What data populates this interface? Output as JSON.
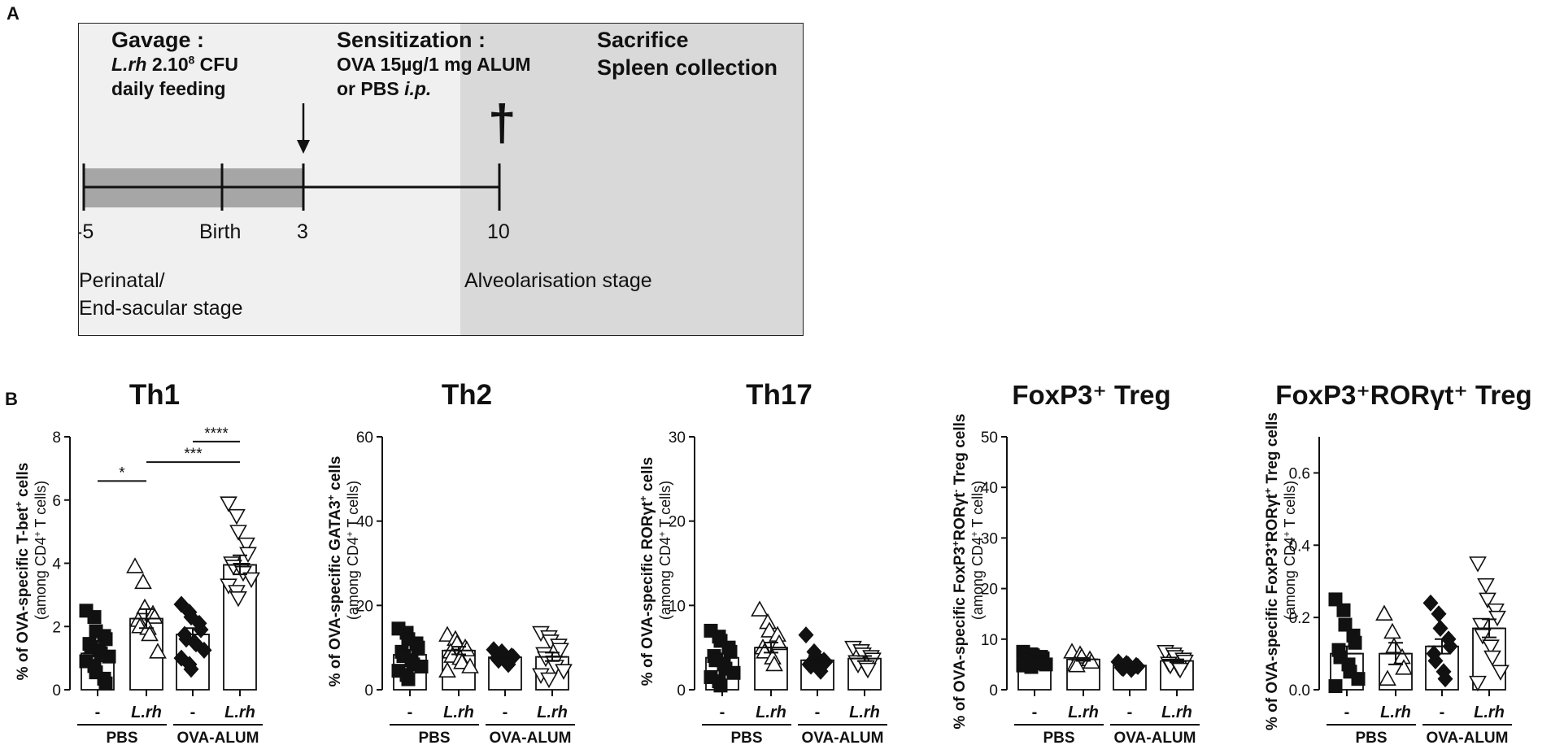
{
  "panel_labels": {
    "a": "A",
    "b": "B"
  },
  "timeline": {
    "gavage_title": "Gavage :",
    "gavage_line1_a": "L.rh",
    "gavage_line1_b": " 2.10",
    "gavage_line1_sup": "8",
    "gavage_line1_c": " CFU",
    "gavage_line2": "daily feeding",
    "sens_title": "Sensitization :",
    "sens_line1": "OVA 15µg/1 mg ALUM",
    "sens_line2_a": "or PBS ",
    "sens_line2_b": "i.p.",
    "sacrifice": "Sacrifice",
    "spleen": "Spleen collection",
    "dagger": "†",
    "ticks": [
      "-5",
      "Birth",
      "3",
      "10"
    ],
    "stage1_line1": "Perinatal/",
    "stage1_line2": "End-sacular stage",
    "stage2": "Alveolarisation stage",
    "colors": {
      "early_bg": "#f0f0f0",
      "late_bg": "#d9d9d9",
      "gavage_bar": "#a6a6a6"
    }
  },
  "chart_data": [
    {
      "type": "bar",
      "title": "Th1",
      "ylabel_main_pre": "% of OVA-specific T-bet",
      "ylabel_main_sup": "+",
      "ylabel_main_post": " cells",
      "ylabel_sub_pre": "(among CD4",
      "ylabel_sub_sup": "+",
      "ylabel_sub_post": " T cells)",
      "ylim": [
        0,
        8
      ],
      "yticks": [
        0,
        2,
        4,
        6,
        8
      ],
      "categories": [
        "-",
        "L.rh",
        "-",
        "L.rh"
      ],
      "groups": [
        "PBS",
        "OVA-ALUM"
      ],
      "values": [
        1.15,
        2.25,
        1.75,
        3.95
      ],
      "sem": [
        0.25,
        0.3,
        0.2,
        0.3
      ],
      "points": [
        [
          2.5,
          2.3,
          1.85,
          1.7,
          1.6,
          1.45,
          1.35,
          1.25,
          1.15,
          1.05,
          0.9,
          0.75,
          0.55,
          0.35,
          0.2
        ],
        [
          3.9,
          3.4,
          2.6,
          2.4,
          2.3,
          2.2,
          2.0,
          1.95,
          1.75,
          1.2
        ],
        [
          2.7,
          2.45,
          2.3,
          2.1,
          1.9,
          1.75,
          1.6,
          1.5,
          1.45,
          1.25,
          1.0,
          0.8,
          0.65
        ],
        [
          5.9,
          5.5,
          5.0,
          4.6,
          4.3,
          4.0,
          3.9,
          3.8,
          3.7,
          3.5,
          3.3,
          3.1,
          2.9
        ]
      ],
      "markers": [
        "square-filled",
        "triangle-up-open",
        "diamond-filled",
        "triangle-down-open"
      ],
      "significance": [
        {
          "from": 0,
          "to": 1,
          "y": 6.6,
          "label": "*"
        },
        {
          "from": 1,
          "to": 3,
          "y": 7.2,
          "label": "***"
        },
        {
          "from": 2,
          "to": 3,
          "y": 7.85,
          "label": "****"
        }
      ]
    },
    {
      "type": "bar",
      "title": "Th2",
      "ylabel_main_pre": "% of OVA-specific GATA3",
      "ylabel_main_sup": "+",
      "ylabel_main_post": " cells",
      "ylabel_sub_pre": "(among CD4",
      "ylabel_sub_sup": "+",
      "ylabel_sub_post": " T cells)",
      "ylim": [
        0,
        60
      ],
      "yticks": [
        0,
        20,
        40,
        60
      ],
      "categories": [
        "-",
        "L.rh",
        "-",
        "L.rh"
      ],
      "groups": [
        "PBS",
        "OVA-ALUM"
      ],
      "values": [
        8.3,
        9.3,
        7.7,
        7.8
      ],
      "sem": [
        1.1,
        0.9,
        0.5,
        1.0
      ],
      "points": [
        [
          14.5,
          13.5,
          12.0,
          11.0,
          10.0,
          9.0,
          8.0,
          7.0,
          6.0,
          5.5,
          4.5,
          3.5,
          2.5
        ],
        [
          13.0,
          12.0,
          11.0,
          10.0,
          9.5,
          9.0,
          8.0,
          7.5,
          6.5,
          5.5,
          4.5
        ],
        [
          9.5,
          9.0,
          8.5,
          8.0,
          7.8,
          7.5,
          7.0,
          6.5,
          6.0
        ],
        [
          13.5,
          12.5,
          11.5,
          10.5,
          9.5,
          8.5,
          7.5,
          6.5,
          5.5,
          4.5,
          3.5,
          2.5
        ]
      ],
      "markers": [
        "square-filled",
        "triangle-up-open",
        "diamond-filled",
        "triangle-down-open"
      ],
      "significance": []
    },
    {
      "type": "bar",
      "title": "Th17",
      "ylabel_main_pre": "% of OVA-specific RORγt",
      "ylabel_main_sup": "+",
      "ylabel_main_post": " cells",
      "ylabel_sub_pre": "(among CD4",
      "ylabel_sub_sup": "+",
      "ylabel_sub_post": " T cells)",
      "ylim": [
        0,
        30
      ],
      "yticks": [
        0,
        10,
        20,
        30
      ],
      "categories": [
        "-",
        "L.rh",
        "-",
        "L.rh"
      ],
      "groups": [
        "PBS",
        "OVA-ALUM"
      ],
      "values": [
        3.8,
        5.0,
        3.5,
        3.7
      ],
      "sem": [
        0.5,
        0.6,
        0.3,
        0.3
      ],
      "points": [
        [
          7.0,
          6.3,
          5.8,
          5.0,
          4.5,
          4.0,
          3.5,
          3.0,
          2.5,
          2.0,
          1.5,
          1.0,
          0.5
        ],
        [
          9.5,
          8.0,
          7.0,
          6.5,
          5.5,
          5.0,
          4.5,
          3.8,
          3.0
        ],
        [
          6.5,
          4.5,
          4.0,
          3.5,
          3.3,
          3.0,
          2.8,
          2.5,
          2.2
        ],
        [
          5.0,
          4.6,
          4.2,
          3.9,
          3.6,
          3.3,
          3.0,
          2.7,
          2.4
        ]
      ],
      "markers": [
        "square-filled",
        "triangle-up-open",
        "diamond-filled",
        "triangle-down-open"
      ],
      "significance": []
    },
    {
      "type": "bar",
      "title": "FoxP3⁺ Treg",
      "ylabel_main_pre": "% of OVA-specific FoxP3",
      "ylabel_main_sup": "+",
      "ylabel_main_post": "RORγt",
      "ylabel_main_sup2": "-",
      "ylabel_main_post2": " Treg cells",
      "ylabel_sub_pre": "(among CD4",
      "ylabel_sub_sup": "+",
      "ylabel_sub_post": " T cells)",
      "ylim": [
        0,
        50
      ],
      "yticks": [
        0,
        10,
        20,
        30,
        40,
        50
      ],
      "categories": [
        "-",
        "L.rh",
        "-",
        "L.rh"
      ],
      "groups": [
        "PBS",
        "OVA-ALUM"
      ],
      "values": [
        6.0,
        6.0,
        4.8,
        5.7
      ],
      "sem": [
        0.3,
        0.3,
        0.2,
        0.3
      ],
      "points": [
        [
          7.5,
          7.0,
          6.8,
          6.5,
          6.2,
          6.0,
          5.8,
          5.5,
          5.2,
          5.0,
          4.8,
          4.5
        ],
        [
          7.5,
          7.0,
          6.5,
          6.0,
          5.5,
          5.0,
          4.8
        ],
        [
          5.5,
          5.2,
          5.0,
          4.8,
          4.6,
          4.4,
          4.2,
          4.0
        ],
        [
          7.5,
          7.0,
          6.5,
          6.0,
          5.6,
          5.2,
          4.8,
          4.4,
          4.0
        ]
      ],
      "markers": [
        "square-filled",
        "triangle-up-open",
        "diamond-filled",
        "triangle-down-open"
      ],
      "significance": []
    },
    {
      "type": "bar",
      "title": "FoxP3⁺RORγt⁺ Treg",
      "ylabel_main_pre": "% of OVA-specific FoxP3",
      "ylabel_main_sup": "+",
      "ylabel_main_post": "RORγt",
      "ylabel_main_sup2": "+",
      "ylabel_main_post2": " Treg cells",
      "ylabel_sub_pre": "(among CD4",
      "ylabel_sub_sup": "+",
      "ylabel_sub_post": " T cells)",
      "ylim": [
        0,
        0.7
      ],
      "yticks": [
        0.0,
        0.2,
        0.4,
        0.6
      ],
      "ytick_labels": [
        "0.0",
        "0.2",
        "0.4",
        "0.6"
      ],
      "categories": [
        "-",
        "L.rh",
        "-",
        "L.rh"
      ],
      "groups": [
        "PBS",
        "OVA-ALUM"
      ],
      "values": [
        0.1,
        0.1,
        0.12,
        0.17
      ],
      "sem": [
        0.02,
        0.03,
        0.02,
        0.025
      ],
      "points": [
        [
          0.25,
          0.22,
          0.18,
          0.15,
          0.13,
          0.11,
          0.09,
          0.07,
          0.05,
          0.03,
          0.01
        ],
        [
          0.21,
          0.16,
          0.12,
          0.09,
          0.06,
          0.03
        ],
        [
          0.24,
          0.21,
          0.17,
          0.14,
          0.12,
          0.1,
          0.08,
          0.05,
          0.03
        ],
        [
          0.35,
          0.29,
          0.25,
          0.22,
          0.2,
          0.18,
          0.15,
          0.12,
          0.09,
          0.05,
          0.02
        ]
      ],
      "markers": [
        "square-filled",
        "triangle-up-open",
        "diamond-filled",
        "triangle-down-open"
      ],
      "significance": []
    }
  ]
}
